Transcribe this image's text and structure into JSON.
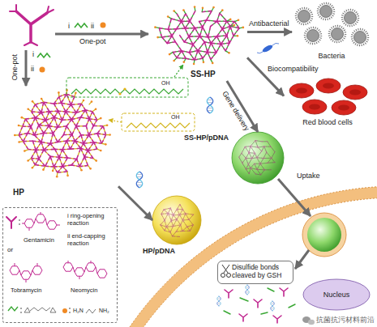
{
  "diagram": {
    "nodes": [
      {
        "text": [
          "SS-HP"
        ]
      },
      {
        "text": [
          "Bacteria"
        ]
      },
      {
        "text": [
          "Red blood cells"
        ]
      },
      {
        "text": [
          "HP"
        ]
      },
      {
        "text": [
          "SS-HP/pDNA"
        ]
      },
      {
        "text": [
          "HP/pDNA"
        ]
      },
      {
        "text": [
          "i ring-opening reaction",
          "ii end-capping reaction",
          "Gentamicin",
          "or",
          "Tobramycin",
          "Neomycin"
        ]
      },
      {
        "text": [
          "Disulfide bonds cleaved by GSH"
        ]
      },
      {
        "text": [
          "Nucleus"
        ]
      }
    ],
    "edges": [
      {
        "from": 0,
        "to": 1,
        "arrow": "to",
        "label": "Antibacterial"
      },
      {
        "from": 0,
        "to": 2,
        "arrow": "to",
        "label": "Biocompatibility"
      },
      {
        "from": 0,
        "to": 4,
        "arrow": "to",
        "label": "Gene delivery"
      },
      {
        "from": 3,
        "to": 5,
        "arrow": "to"
      }
    ],
    "labels": [
      "i",
      "ii",
      "One-pot",
      "i",
      "ii",
      "One-pot",
      "OH",
      "OH",
      "Uptake",
      "H₂N",
      "NH₂",
      "抗菌抗污材料前沿"
    ]
  }
}
